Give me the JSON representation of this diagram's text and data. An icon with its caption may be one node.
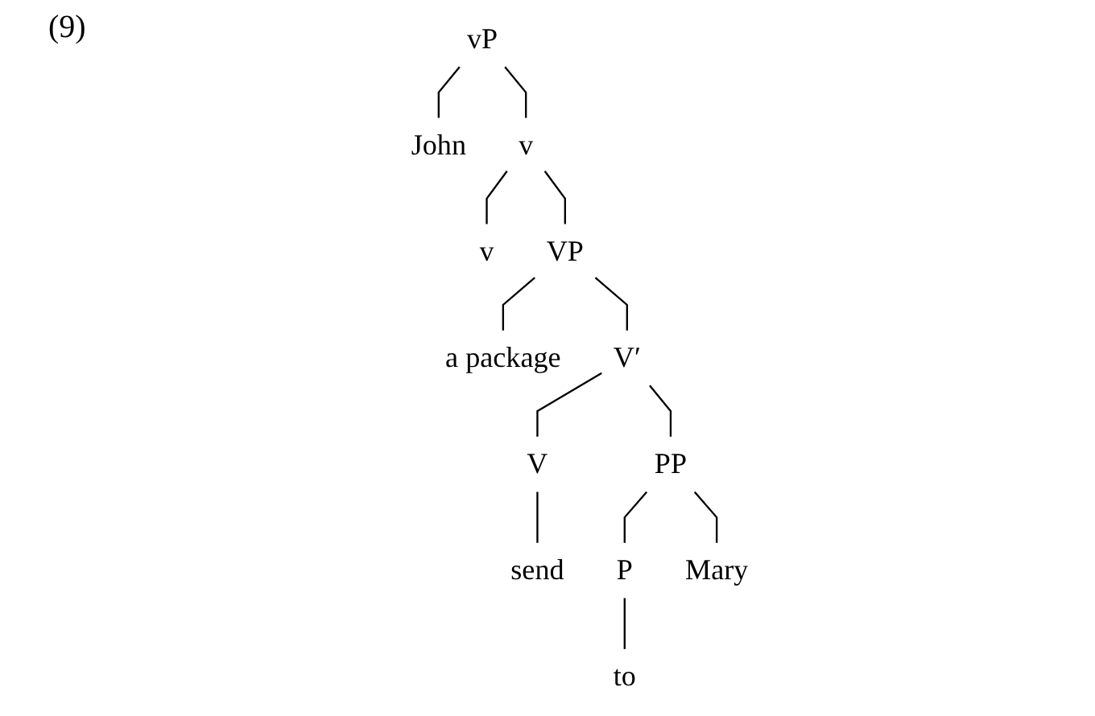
{
  "diagram": {
    "nodes": [
      {
        "text": [
          "vP"
        ]
      },
      {
        "text": [
          "John"
        ]
      },
      {
        "text": [
          "v"
        ]
      },
      {
        "text": [
          "v"
        ]
      },
      {
        "text": [
          "VP"
        ]
      },
      {
        "text": [
          "a package"
        ]
      },
      {
        "text": [
          "V′"
        ]
      },
      {
        "text": [
          "V"
        ]
      },
      {
        "text": [
          "PP"
        ]
      },
      {
        "text": [
          "send"
        ]
      },
      {
        "text": [
          "P"
        ]
      },
      {
        "text": [
          "Mary"
        ]
      },
      {
        "text": [
          "to"
        ]
      }
    ],
    "edges": [
      {
        "from": 0,
        "to": 1,
        "arrow": "none"
      },
      {
        "from": 0,
        "to": 2,
        "arrow": "none"
      },
      {
        "from": 2,
        "to": 3,
        "arrow": "none"
      },
      {
        "from": 2,
        "to": 4,
        "arrow": "none"
      },
      {
        "from": 4,
        "to": 5,
        "arrow": "none"
      },
      {
        "from": 4,
        "to": 6,
        "arrow": "none"
      },
      {
        "from": 6,
        "to": 7,
        "arrow": "none"
      },
      {
        "from": 6,
        "to": 8,
        "arrow": "none"
      },
      {
        "from": 7,
        "to": 9,
        "arrow": "none"
      },
      {
        "from": 8,
        "to": 10,
        "arrow": "none"
      },
      {
        "from": 8,
        "to": 11,
        "arrow": "none"
      },
      {
        "from": 10,
        "to": 12,
        "arrow": "none"
      }
    ],
    "labels": [
      "(9)"
    ]
  }
}
